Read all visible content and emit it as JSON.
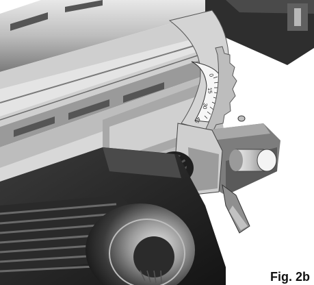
{
  "figure": {
    "label": "Fig. 2b"
  },
  "scale": {
    "numbers": [
      "0",
      "15",
      "30",
      "45"
    ]
  },
  "colors": {
    "background": "#ffffff",
    "dark_metal": "#2a2a2a",
    "light_metal": "#d9d9d9",
    "mid_metal": "#8c8c8c"
  }
}
